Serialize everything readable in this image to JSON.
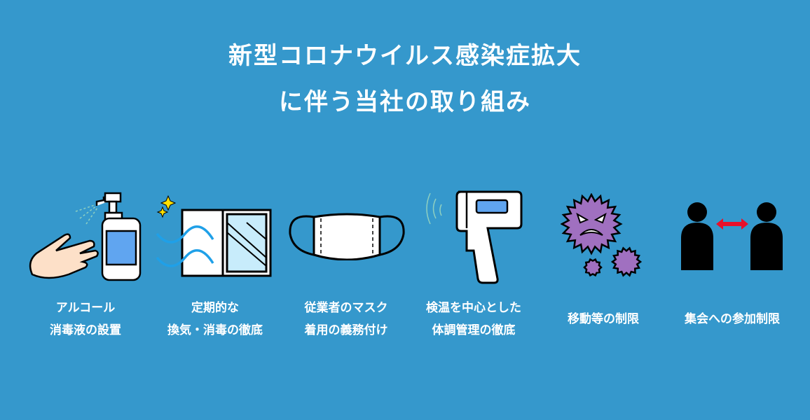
{
  "title": {
    "line1": "新型コロナウイルス感染症拡大",
    "line2": "に伴う当社の取り組み"
  },
  "colors": {
    "background": "#3598cc",
    "accent_blue": "#60a5f0",
    "virus_purple": "#a070c0",
    "arrow_red": "#e8102a"
  },
  "measures": [
    {
      "icon": "sanitizer-hands-icon",
      "line1": "アルコール",
      "line2": "消毒液の設置"
    },
    {
      "icon": "window-ventilation-icon",
      "line1": "定期的な",
      "line2": "換気・消毒の徹底"
    },
    {
      "icon": "mask-icon",
      "line1": "従業者のマスク",
      "line2": "着用の義務付け"
    },
    {
      "icon": "thermometer-icon",
      "line1": "検温を中心とした",
      "line2": "体調管理の徹底"
    },
    {
      "icon": "virus-icon",
      "line1": "移動等の制限"
    },
    {
      "icon": "social-distance-icon",
      "line1": "集会への参加制限"
    }
  ]
}
